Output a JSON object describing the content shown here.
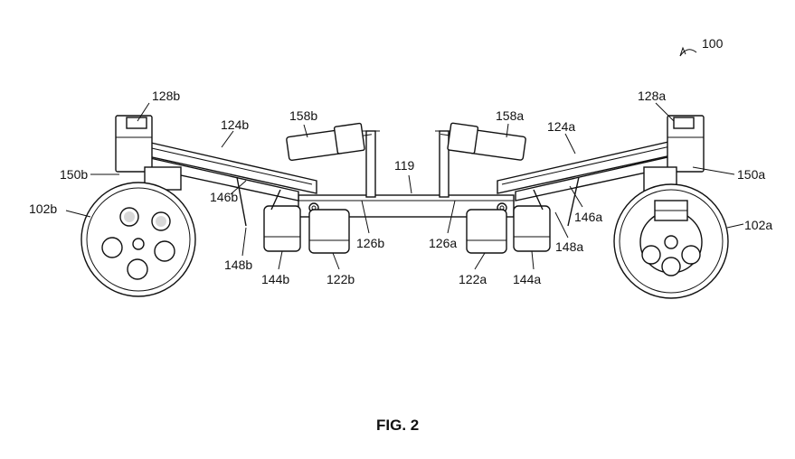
{
  "figure": {
    "caption": "FIG. 2",
    "ref_main": "100",
    "labels": {
      "l102b": "102b",
      "l102a": "102a",
      "l128b": "128b",
      "l128a": "128a",
      "l124b": "124b",
      "l124a": "124a",
      "l158b": "158b",
      "l158a": "158a",
      "l150b": "150b",
      "l150a": "150a",
      "l146b": "146b",
      "l146a": "146a",
      "l148b": "148b",
      "l148a": "148a",
      "l144b": "144b",
      "l144a": "144a",
      "l122b": "122b",
      "l122a": "122a",
      "l126b": "126b",
      "l126a": "126a",
      "l119": "119"
    }
  }
}
